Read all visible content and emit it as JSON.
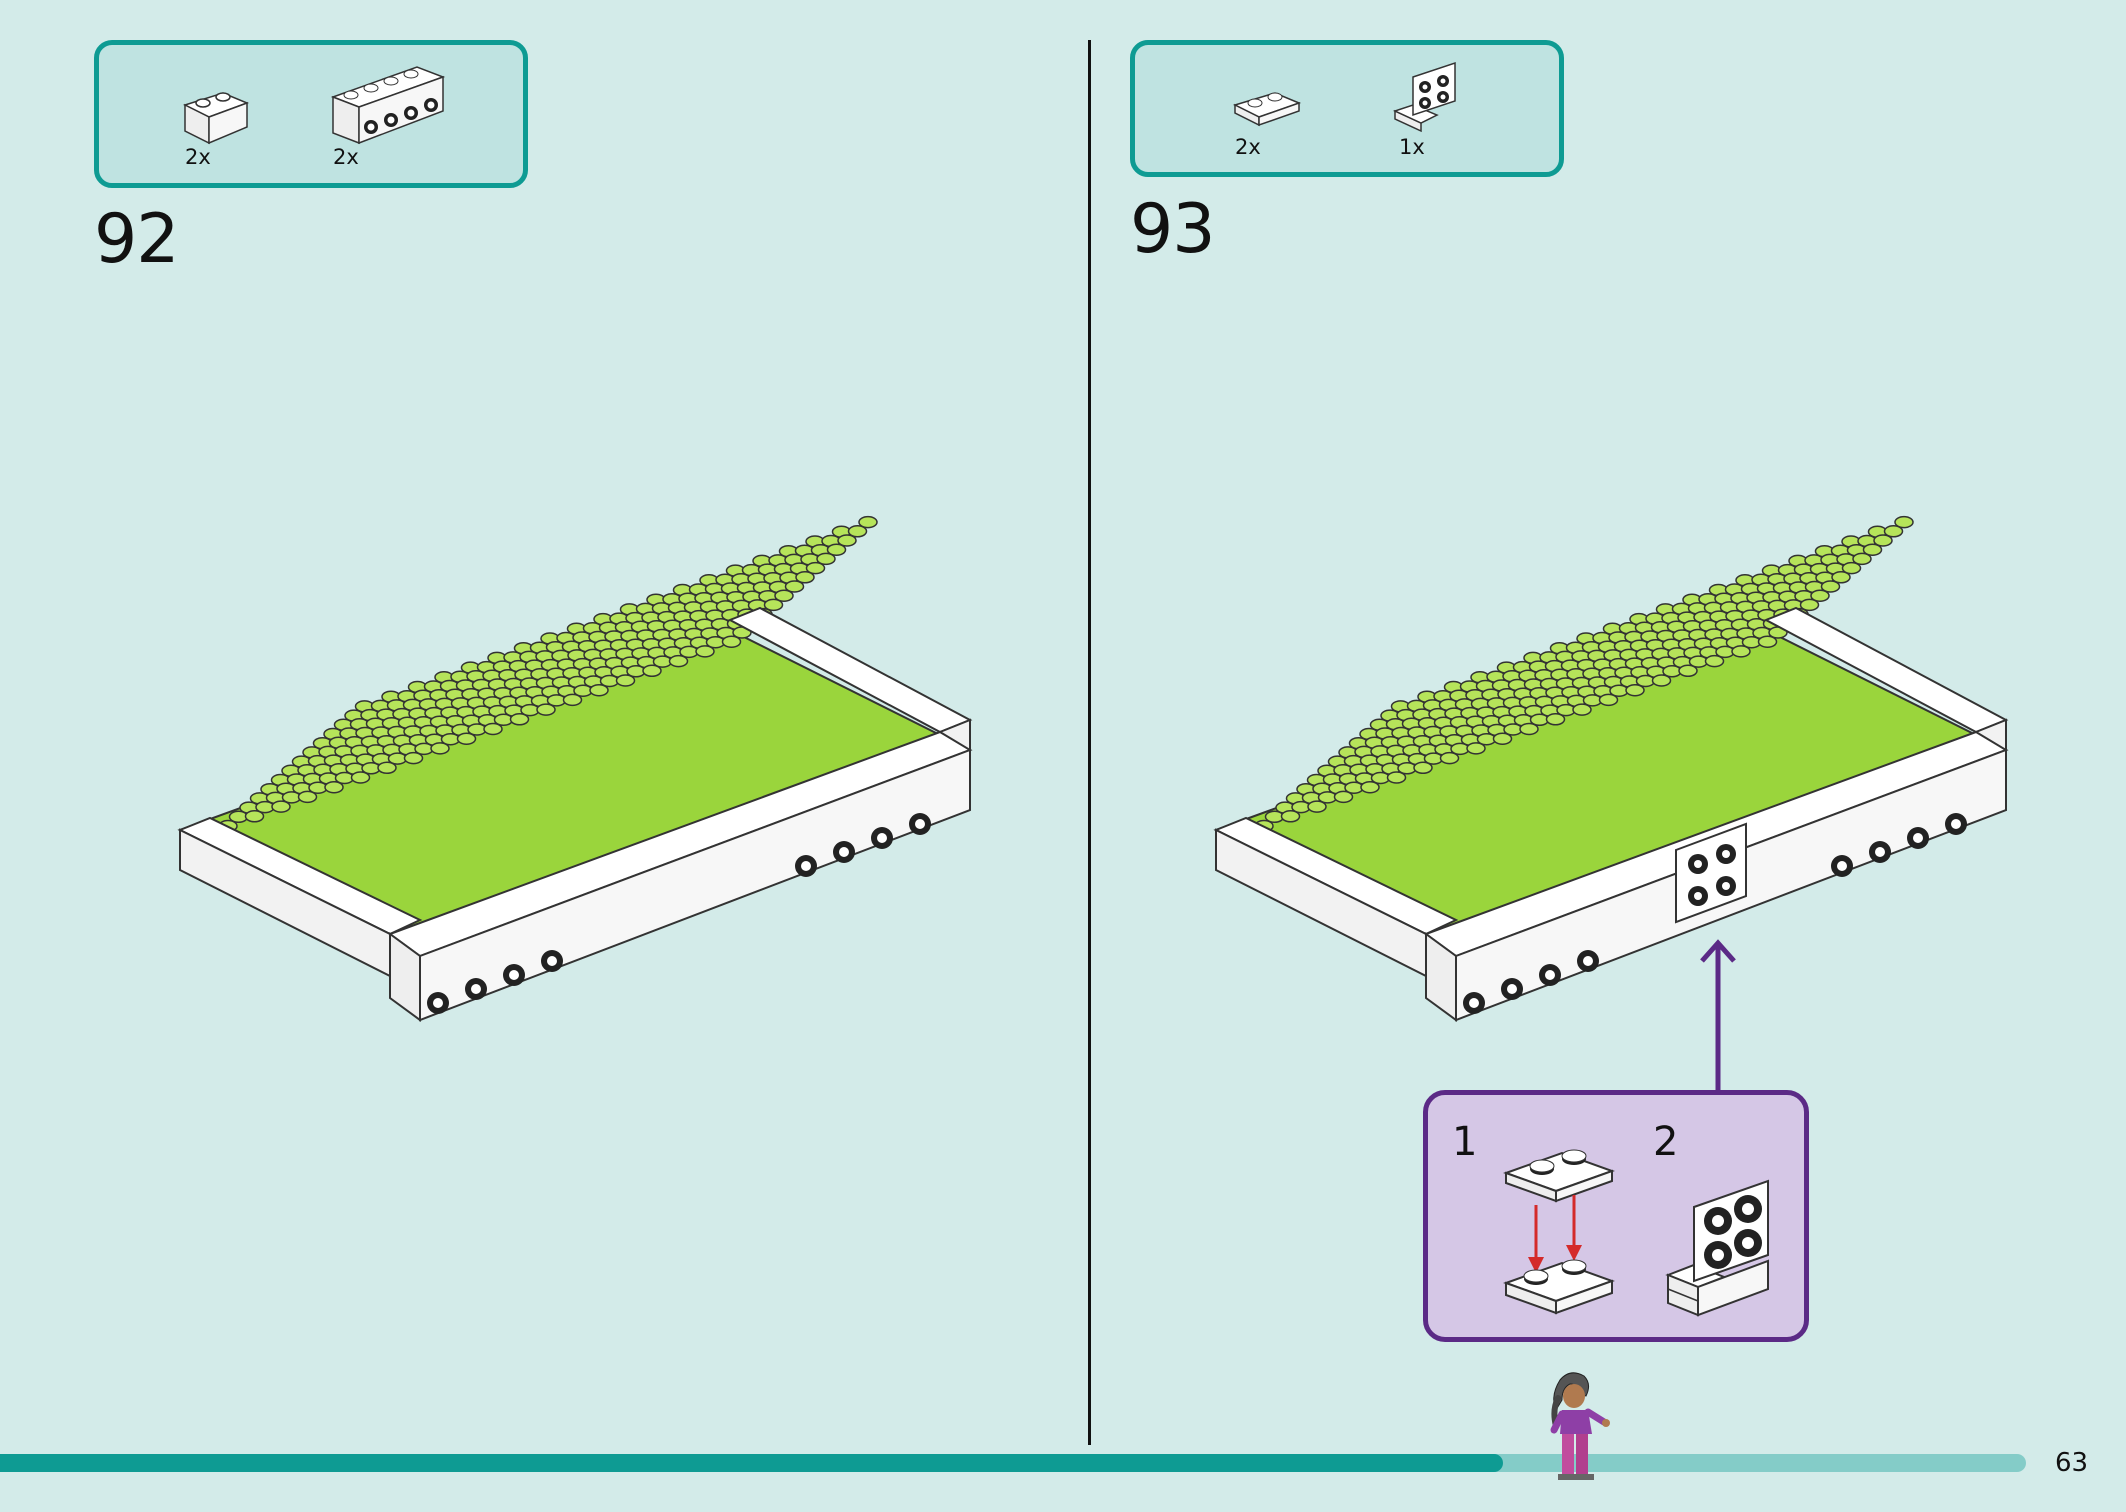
{
  "steps": [
    {
      "number": "92",
      "parts": [
        {
          "qty": "2x",
          "icon": "white-1x2-brick-icon"
        },
        {
          "qty": "2x",
          "icon": "white-1x4-brick-with-side-studs-icon"
        }
      ]
    },
    {
      "number": "93",
      "parts": [
        {
          "qty": "2x",
          "icon": "white-1x2-plate-icon"
        },
        {
          "qty": "1x",
          "icon": "white-bracket-2x2-icon"
        }
      ],
      "substeps": [
        {
          "number": "1"
        },
        {
          "number": "2"
        }
      ]
    }
  ],
  "progress": {
    "fraction": 0.742
  },
  "page": {
    "number": "63"
  },
  "colors": {
    "background": "#d3ebe9",
    "accent": "#0e9b93",
    "callout_border": "#5b2a86",
    "callout_fill": "#d5c7e6",
    "lime": "#9ad53c",
    "arrow_red": "#d42a2a"
  }
}
